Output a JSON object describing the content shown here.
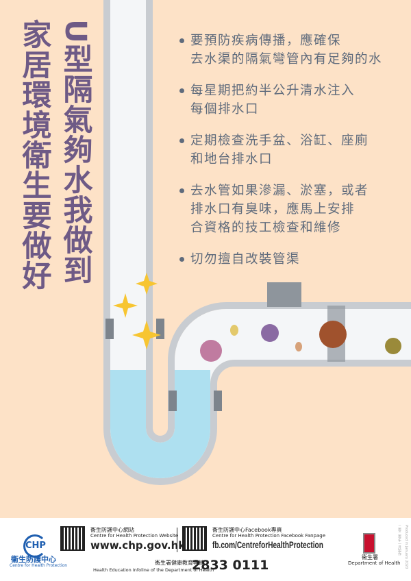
{
  "title_right": "U型隔氣夠水我做到",
  "title_left": "家居環境衛生要做好",
  "bullets": [
    [
      "要預防疾病傳播，應確保",
      "去水渠的隔氣彎管內有足夠的水"
    ],
    [
      "每星期把約半公升清水注入",
      "每個排水口"
    ],
    [
      "定期檢查洗手盆、浴缸、座廁",
      "和地台排水口"
    ],
    [
      "去水管如果滲漏、淤塞，或者",
      "排水口有臭味，應馬上安排",
      "合資格的技工檢查和維修"
    ],
    [
      "切勿擅自改裝管渠"
    ]
  ],
  "footer": {
    "chp_logo_text": "CHP",
    "chp_name_zh": "衞生防護中心",
    "chp_name_en": "Centre for Health Protection",
    "web_zh": "衞生防護中心網站",
    "web_en": "Centre for Health Protection Website",
    "web_url": "www.chp.gov.hk",
    "fb_zh": "衞生防護中心Facebook專頁",
    "fb_en": "Centre for Health Protection Facebook Fanpage",
    "fb_url": "fb.com/CentreforHealthProtection",
    "infoline_zh": "衞生署健康教育專線",
    "infoline_en": "Health Education Infoline of the Department of Health",
    "infoline_number": "2833 0111",
    "doh_zh": "衞生署",
    "doh_en": "Department of Health",
    "produced_zh": "二零二零年一月製作",
    "produced_en": "Produced in January 2020"
  },
  "colors": {
    "background": "#fde2c7",
    "title": "#6e5a86",
    "water": "#aee0f0",
    "pipe": "#c8ccd1"
  }
}
